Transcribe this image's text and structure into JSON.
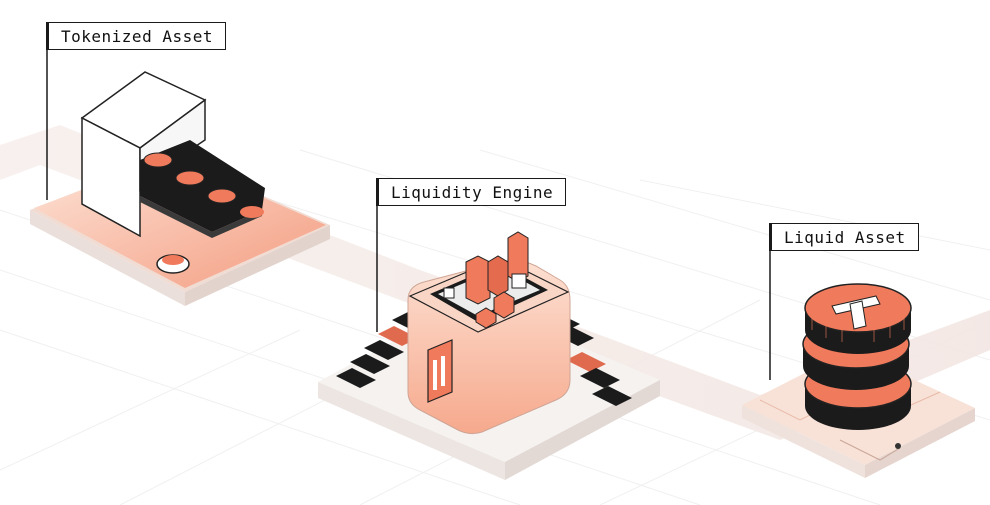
{
  "stages": [
    {
      "label": "Tokenized Asset"
    },
    {
      "label": "Liquidity Engine"
    },
    {
      "label": "Liquid Asset"
    }
  ],
  "colors": {
    "accent": "#f07a5c",
    "accent_light": "#fbc3ad",
    "accent_dark": "#d65a3e",
    "ink": "#111111",
    "path": "#f3ece9",
    "grid": "#eeeeee"
  }
}
